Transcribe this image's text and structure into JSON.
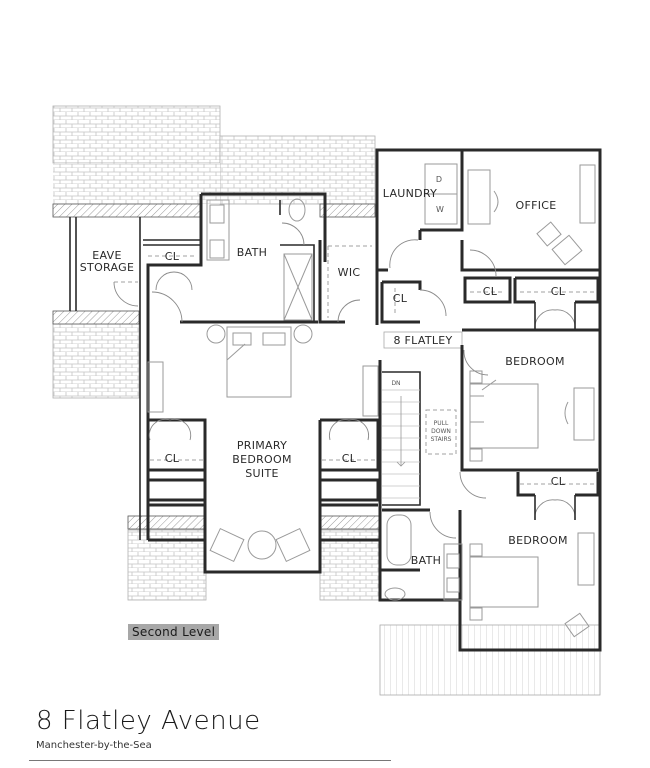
{
  "plan": {
    "level_label": "Second Level",
    "address_title": "8 Flatley Avenue",
    "town": "Manchester-by-the-Sea",
    "stair_sign": "8 FLATLEY"
  },
  "rooms": {
    "eave_storage_line1": "EAVE",
    "eave_storage_line2": "STORAGE",
    "cl_left": "CL",
    "bath_primary": "BATH",
    "wic": "WIC",
    "laundry": "LAUNDRY",
    "dryer": "D",
    "washer": "W",
    "office": "OFFICE",
    "cl_hall": "CL",
    "cl_mid": "CL",
    "cl_right_top": "CL",
    "bedroom_1": "BEDROOM",
    "primary_line1": "PRIMARY",
    "primary_line2": "BEDROOM",
    "primary_line3": "SUITE",
    "cl_primary_left": "CL",
    "cl_primary_right": "CL",
    "stairs_dn": "DN",
    "pull_down_line1": "PULL",
    "pull_down_line2": "DOWN",
    "pull_down_line3": "STAIRS",
    "bath_hall": "BATH",
    "cl_bedroom2": "CL",
    "bedroom_2": "BEDROOM"
  },
  "colors": {
    "wall": "#2a2a2a",
    "badge_bg": "#a7a7a7",
    "fixture": "#9a9a9a"
  }
}
